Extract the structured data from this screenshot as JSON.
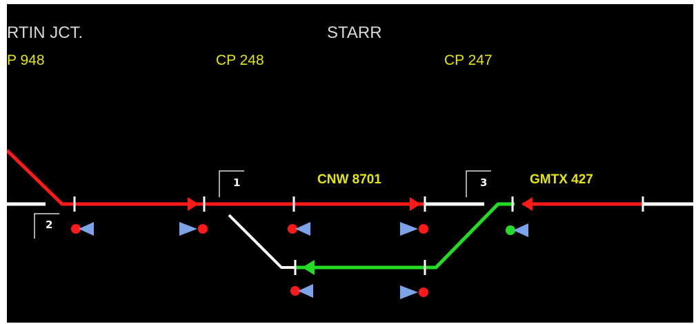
{
  "stations": {
    "left": "RTIN JCT.",
    "center": "STARR"
  },
  "control_points": {
    "left": "P 948",
    "middle": "CP 248",
    "right": "CP 247"
  },
  "trains": {
    "main": "CNW 8701",
    "east": "GMTX 427"
  },
  "switches": {
    "s1": "1",
    "s2": "2",
    "s3": "3"
  },
  "colors": {
    "background": "#000000",
    "occupied_track": "#ff1a1a",
    "cleared_route": "#22dd22",
    "idle_track": "#ffffff",
    "signal_stop": "#ff1a1a",
    "signal_clear": "#22dd22",
    "signal_head": "#7da3e8",
    "label": "#e6e600"
  },
  "signals": [
    {
      "id": "sig-cp948-main",
      "aspect": "stop"
    },
    {
      "id": "sig-cp248-main-west",
      "aspect": "stop"
    },
    {
      "id": "sig-cp248-main-east",
      "aspect": "stop"
    },
    {
      "id": "sig-cp247-main-west",
      "aspect": "stop"
    },
    {
      "id": "sig-cp247-main-east",
      "aspect": "clear"
    },
    {
      "id": "sig-cp248-siding",
      "aspect": "stop"
    },
    {
      "id": "sig-cp247-siding",
      "aspect": "stop"
    }
  ]
}
